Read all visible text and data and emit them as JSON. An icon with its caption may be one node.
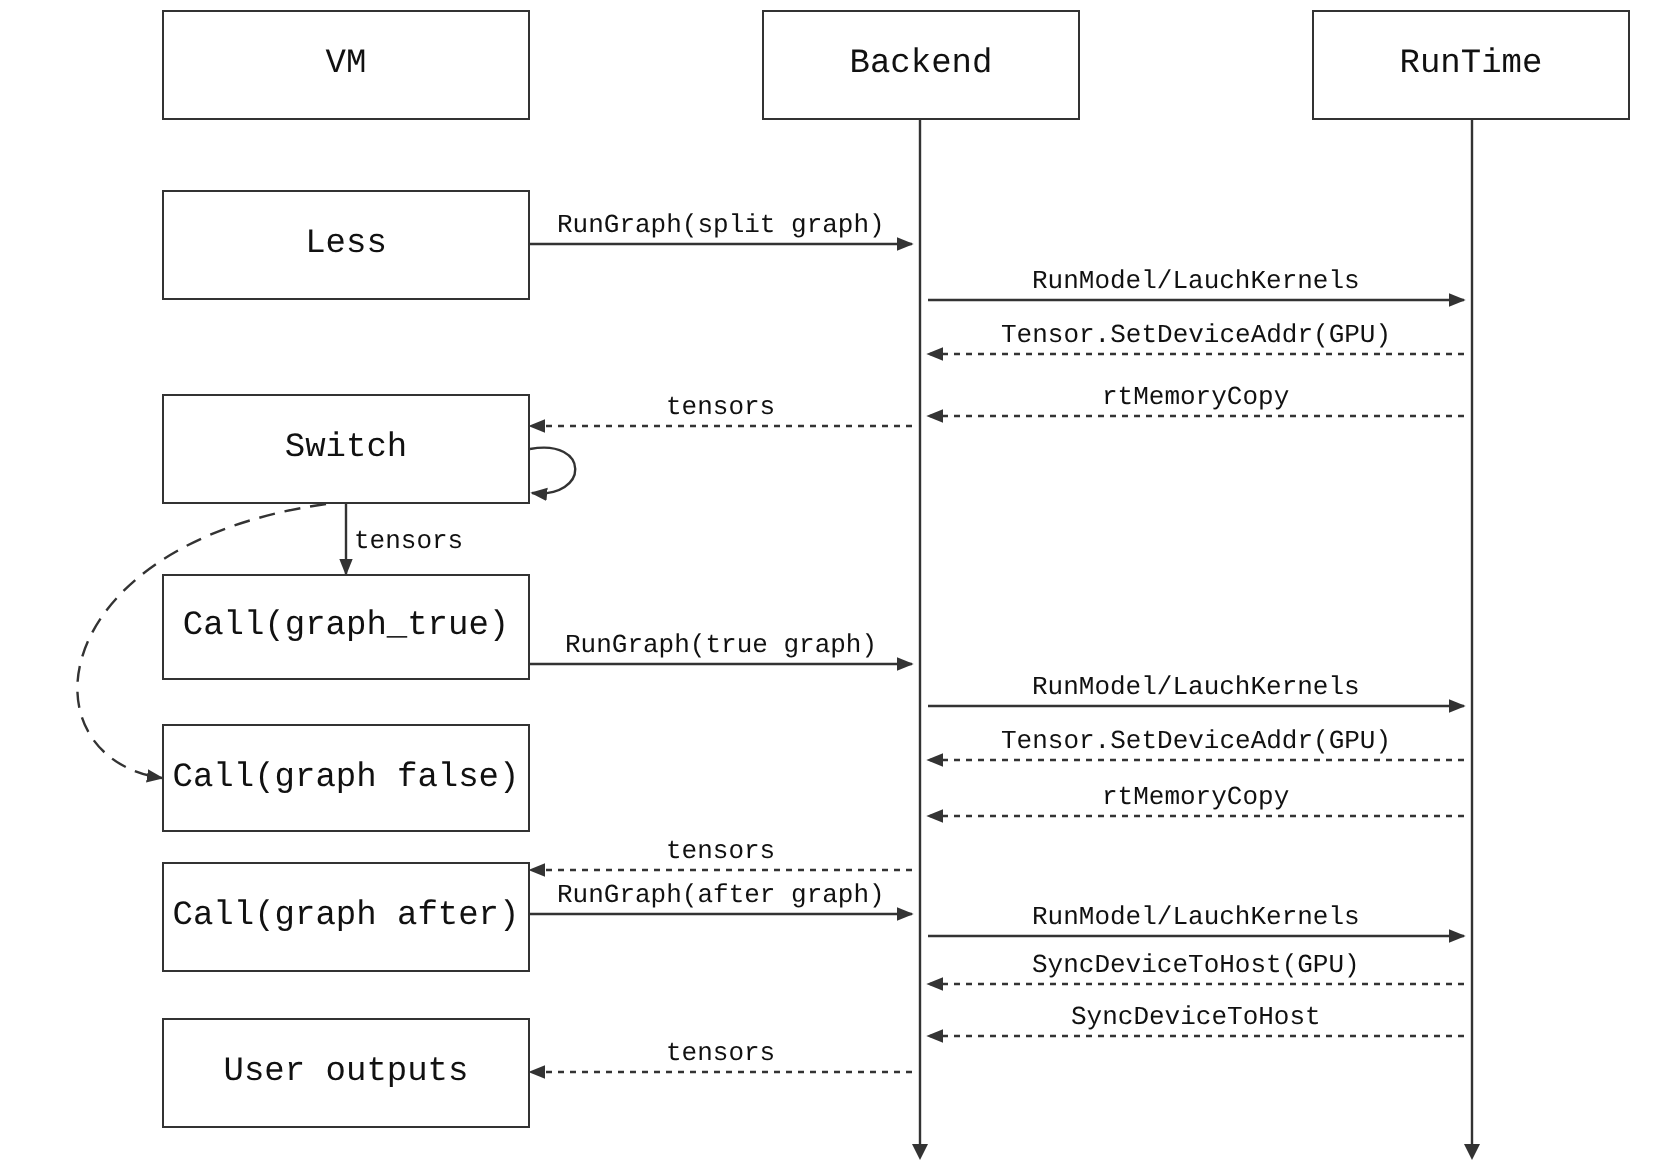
{
  "diagram": {
    "nodes": [
      {
        "text": [
          "VM"
        ]
      },
      {
        "text": [
          "Backend"
        ]
      },
      {
        "text": [
          "RunTime"
        ]
      },
      {
        "text": [
          "Less"
        ]
      },
      {
        "text": [
          "Switch"
        ]
      },
      {
        "text": [
          "Call(graph_true)"
        ]
      },
      {
        "text": [
          "Call(graph false)"
        ]
      },
      {
        "text": [
          "Call(graph after)"
        ]
      },
      {
        "text": [
          "User outputs"
        ]
      },
      {
        "text": [],
        "shape": "line"
      },
      {
        "text": [],
        "shape": "line"
      }
    ],
    "edges": [
      {
        "from": 3,
        "to": 9,
        "arrow": "to",
        "label": "RunGraph(split graph)"
      },
      {
        "from": 9,
        "to": 10,
        "arrow": "to",
        "label": "RunModel/LauchKernels"
      },
      {
        "from": 10,
        "to": 9,
        "arrow": "to",
        "label": "Tensor.SetDeviceAddr(GPU)",
        "style": "dashed"
      },
      {
        "from": 10,
        "to": 9,
        "arrow": "to",
        "label": "rtMemoryCopy",
        "style": "dashed"
      },
      {
        "from": 9,
        "to": 4,
        "arrow": "to",
        "label": "tensors",
        "style": "dashed"
      },
      {
        "from": 4,
        "to": 4,
        "arrow": "to"
      },
      {
        "from": 4,
        "to": 5,
        "arrow": "to",
        "label": "tensors"
      },
      {
        "from": 4,
        "to": 6,
        "arrow": "to",
        "style": "dashed"
      },
      {
        "from": 5,
        "to": 9,
        "arrow": "to",
        "label": "RunGraph(true graph)"
      },
      {
        "from": 9,
        "to": 10,
        "arrow": "to",
        "label": "RunModel/LauchKernels"
      },
      {
        "from": 10,
        "to": 9,
        "arrow": "to",
        "label": "Tensor.SetDeviceAddr(GPU)",
        "style": "dashed"
      },
      {
        "from": 10,
        "to": 9,
        "arrow": "to",
        "label": "rtMemoryCopy",
        "style": "dashed"
      },
      {
        "from": 9,
        "to": 7,
        "arrow": "to",
        "label": "tensors",
        "style": "dashed"
      },
      {
        "from": 7,
        "to": 9,
        "arrow": "to",
        "label": "RunGraph(after graph)"
      },
      {
        "from": 9,
        "to": 10,
        "arrow": "to",
        "label": "RunModel/LauchKernels"
      },
      {
        "from": 10,
        "to": 9,
        "arrow": "to",
        "label": "SyncDeviceToHost(GPU)",
        "style": "dashed"
      },
      {
        "from": 10,
        "to": 9,
        "arrow": "to",
        "label": "SyncDeviceToHost",
        "style": "dashed"
      },
      {
        "from": 9,
        "to": 8,
        "arrow": "to",
        "label": "tensors",
        "style": "dashed"
      }
    ]
  }
}
